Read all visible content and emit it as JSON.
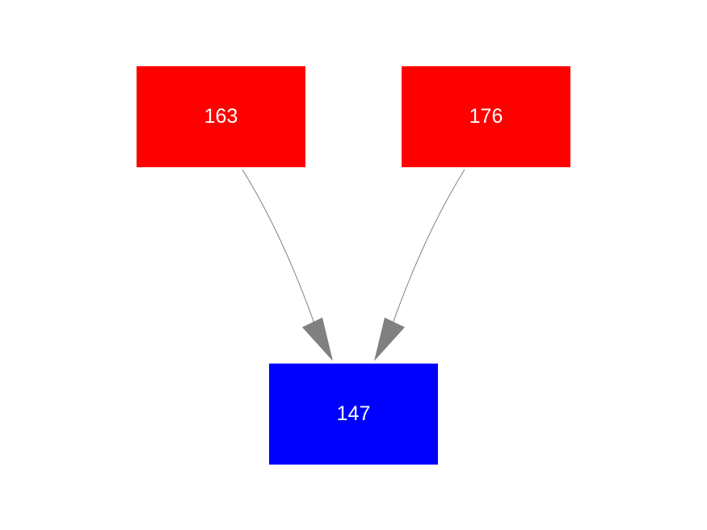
{
  "colors": {
    "source": "#ff0000",
    "target": "#0000ff",
    "edge": "#808080",
    "label": "#ffffff"
  },
  "nodes": [
    {
      "id": "163",
      "label": "163",
      "role": "source"
    },
    {
      "id": "176",
      "label": "176",
      "role": "source"
    },
    {
      "id": "147",
      "label": "147",
      "role": "target"
    }
  ],
  "edges": [
    {
      "from": "163",
      "to": "147"
    },
    {
      "from": "176",
      "to": "147"
    }
  ]
}
